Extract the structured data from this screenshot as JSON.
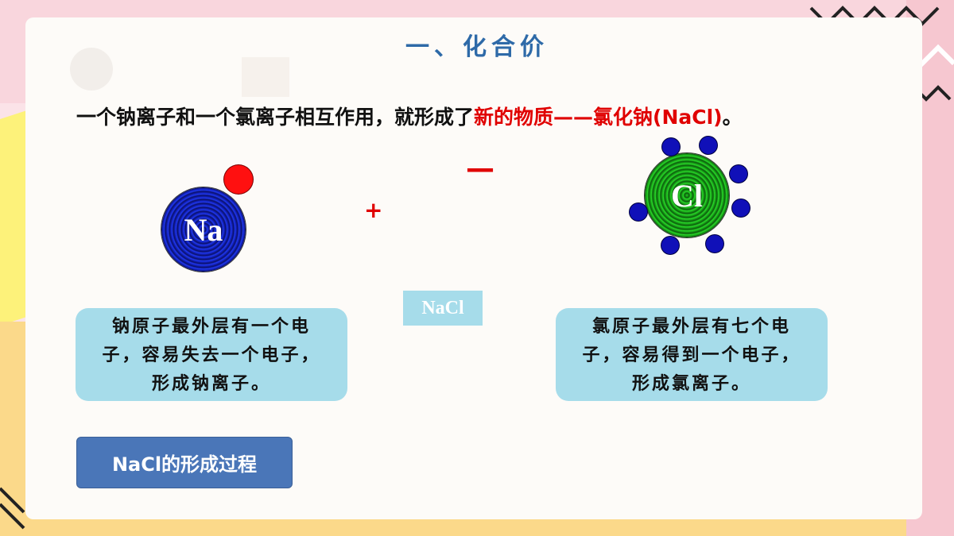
{
  "slide": {
    "title": "一、化合价",
    "headline_black": "一个钠离子和一个氯离子相互作用，就形成了",
    "headline_red": "新的物质——氯化钠(NaCl)",
    "headline_end": "。"
  },
  "atoms": {
    "sodium_symbol": "Na",
    "chlorine_symbol": "Cl",
    "plus_sign": "+",
    "minus_sign": "—",
    "product_label": "NaCl"
  },
  "bubbles": {
    "sodium_lines": [
      "钠原子最外层有一个电",
      "子，容易失去一个电子，",
      "形成钠离子。"
    ],
    "chlorine_lines": [
      "氯原子最外层有七个电",
      "子，容易得到一个电子，",
      "形成氯离子。"
    ]
  },
  "buttons": {
    "process_label": "NaCl的形成过程"
  },
  "colors": {
    "title": "#2e6aa8",
    "highlight": "#e00000",
    "bubble": "#a6dcea",
    "button": "#4a76b8",
    "sodium_core": "#1a2fe6",
    "chlorine_core": "#22cc22",
    "sodium_electron": "#ff1010",
    "chlorine_electron": "#1010b8"
  }
}
